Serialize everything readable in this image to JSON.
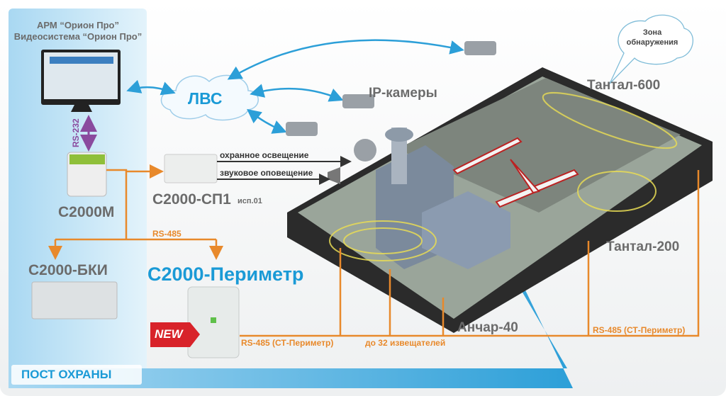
{
  "workstation": {
    "line1": "АРМ “Орион Про”",
    "line2": "Видеосистема “Орион Про”"
  },
  "lan": {
    "label": "ЛВС"
  },
  "interfaces": {
    "rs232": "RS-232",
    "rs485": "RS-485",
    "rs485_perimeter_left": "RS-485 (СТ-Периметр)",
    "rs485_perimeter_right": "RS-485 (СТ-Периметр)",
    "detectors_count": "до 32 извещателей"
  },
  "devices": {
    "c2000m": "С2000М",
    "c2000sp1": "С2000-СП1",
    "c2000sp1_variant": "исп.01",
    "c2000bki": "С2000-БКИ",
    "c2000perimeter": "С2000-Периметр",
    "new_badge": "NEW",
    "ip_cameras": "IP-камеры",
    "tantal600": "Тантал-600",
    "tantal200": "Тантал-200",
    "anchar40": "Анчар-40"
  },
  "outputs": {
    "security_lighting": "охранное освещение",
    "sound_alert": "звуковое оповещение"
  },
  "detection_zone": {
    "line1": "Зона",
    "line2": "обнаружения"
  },
  "guard_post": {
    "label": "ПОСТ ОХРАНЫ"
  },
  "colors": {
    "accent_blue": "#1a9ad6",
    "orange": "#e8892b",
    "purple": "#8a4a9e",
    "gray_text": "#6b6b6b"
  }
}
